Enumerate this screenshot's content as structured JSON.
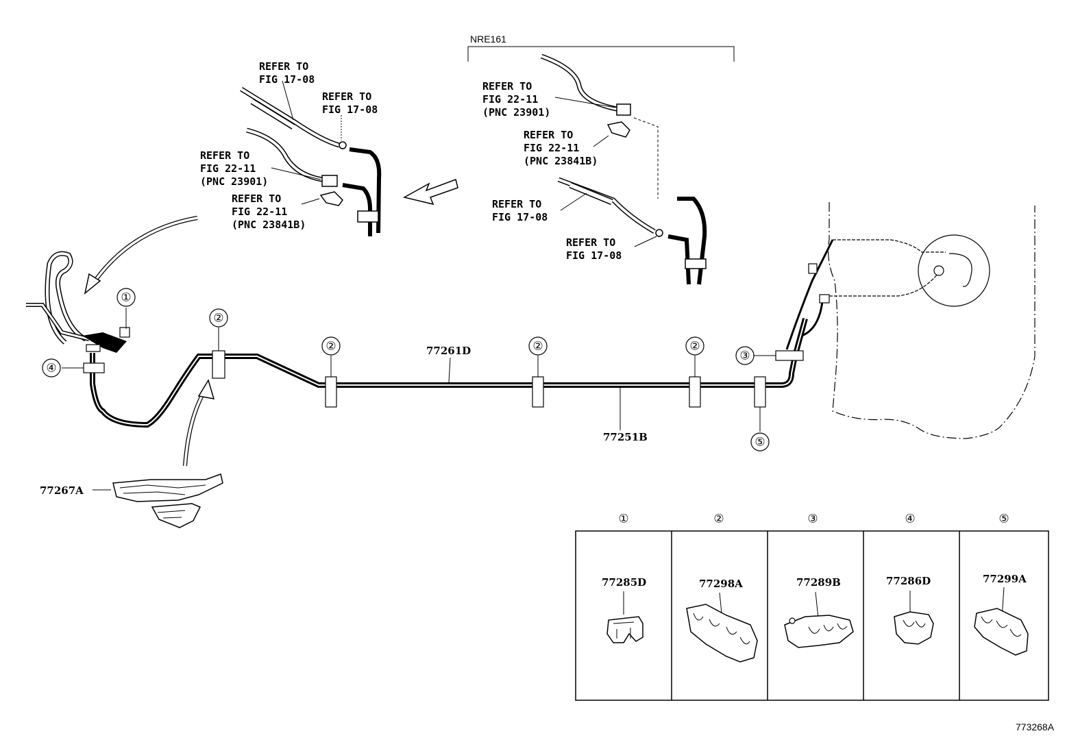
{
  "variant_label": "NRE161",
  "figure_code": "773268A",
  "refs": {
    "left_fig1708_a": [
      "REFER TO",
      "FIG 17-08"
    ],
    "left_fig1708_b": [
      "REFER TO",
      "FIG 17-08"
    ],
    "left_fig2211_pnc23901": [
      "REFER TO",
      "FIG 22-11",
      "(PNC 23901)"
    ],
    "left_fig2211_pnc23841b": [
      "REFER TO",
      "FIG 22-11",
      "(PNC 23841B)"
    ],
    "right_fig2211_pnc23901": [
      "REFER TO",
      "FIG 22-11",
      "(PNC 23901)"
    ],
    "right_fig2211_pnc23841b": [
      "REFER TO",
      "FIG 22-11",
      "(PNC 23841B)"
    ],
    "right_fig1708_a": [
      "REFER TO",
      "FIG 17-08"
    ],
    "right_fig1708_b": [
      "REFER TO",
      "FIG 17-08"
    ]
  },
  "parts": {
    "main_upper": "77261D",
    "main_lower": "77251B",
    "protector": "77267A"
  },
  "callouts": {
    "c1": "①",
    "c2": "②",
    "c3": "③",
    "c4": "④",
    "c5": "⑤"
  },
  "clamp_table": [
    {
      "num": "①",
      "part": "77285D"
    },
    {
      "num": "②",
      "part": "77298A"
    },
    {
      "num": "③",
      "part": "77289B"
    },
    {
      "num": "④",
      "part": "77286D"
    },
    {
      "num": "⑤",
      "part": "77299A"
    }
  ]
}
